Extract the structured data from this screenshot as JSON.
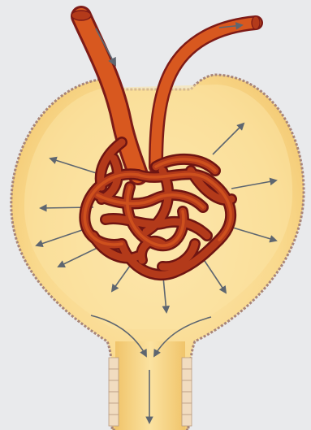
{
  "colors": {
    "background": "#e9eaec",
    "capsule_fill": "#f9d98d",
    "capsule_inner": "#fce7b0",
    "capsule_edge": "#a88579",
    "vessel_bright": "#d8581f",
    "vessel_mid": "#b33a1a",
    "vessel_dark": "#7e1b17",
    "arrow": "#5e6670"
  },
  "structures": {
    "afferent_arteriole": "afferent-arteriole",
    "efferent_arteriole": "efferent-arteriole",
    "glomerulus": "glomerular-capillary-tuft",
    "capsule": "bowmans-capsule",
    "tubule": "proximal-tubule"
  },
  "flow": {
    "blood_in": "arrow-down-into-glomerulus",
    "blood_out": "arrow-out-of-glomerulus",
    "filtration": "radial-filtration-arrows",
    "filtrate": "filtrate-into-tubule"
  }
}
